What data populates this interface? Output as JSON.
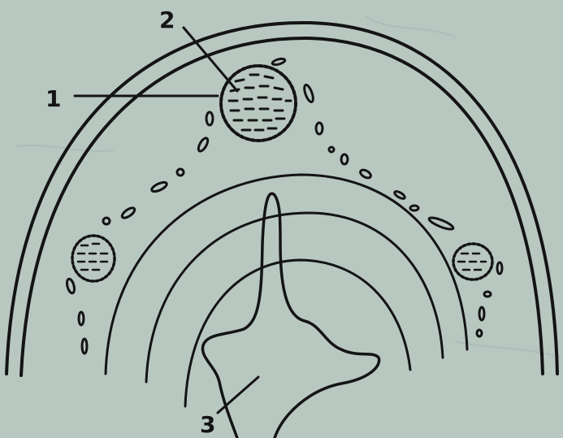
{
  "labels": {
    "one": "1",
    "two": "2",
    "three": "3"
  },
  "colors": {
    "background": "#b9c7c1",
    "ink": "#141414"
  }
}
